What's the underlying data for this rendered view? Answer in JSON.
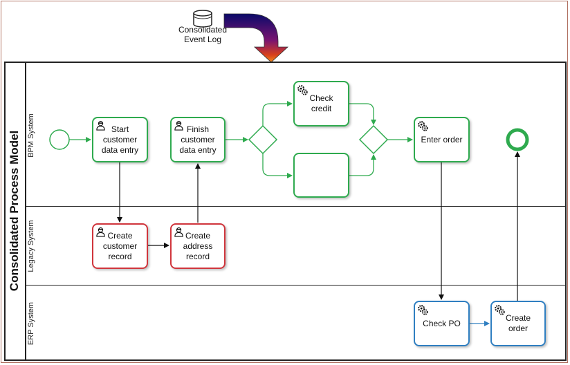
{
  "event_log": {
    "label": "Consolidated\nEvent Log"
  },
  "pool": {
    "title": "Consolidated Process Model"
  },
  "lanes": [
    {
      "name": "BPM System"
    },
    {
      "name": "Legacy System"
    },
    {
      "name": "ERP System"
    }
  ],
  "tasks": {
    "start_customer_data_entry": "Start\ncustomer\ndata entry",
    "finish_customer_data_entry": "Finish\ncustomer\ndata entry",
    "check_credit": "Check\ncredit",
    "unnamed_task": "",
    "enter_order": "Enter order",
    "create_customer_record": "Create\ncustomer\nrecord",
    "create_address_record": "Create\naddress\nrecord",
    "check_po": "Check PO",
    "create_order": "Create\norder"
  },
  "icons": {
    "user_task": "user-icon",
    "service_task": "gear-icon",
    "data_store": "database-icon",
    "arrow": "curved-arrow-icon"
  },
  "colors": {
    "bpm": "#2eaa4e",
    "legacy": "#d0353c",
    "erp": "#2f7fc1",
    "sequence": "#111111"
  }
}
